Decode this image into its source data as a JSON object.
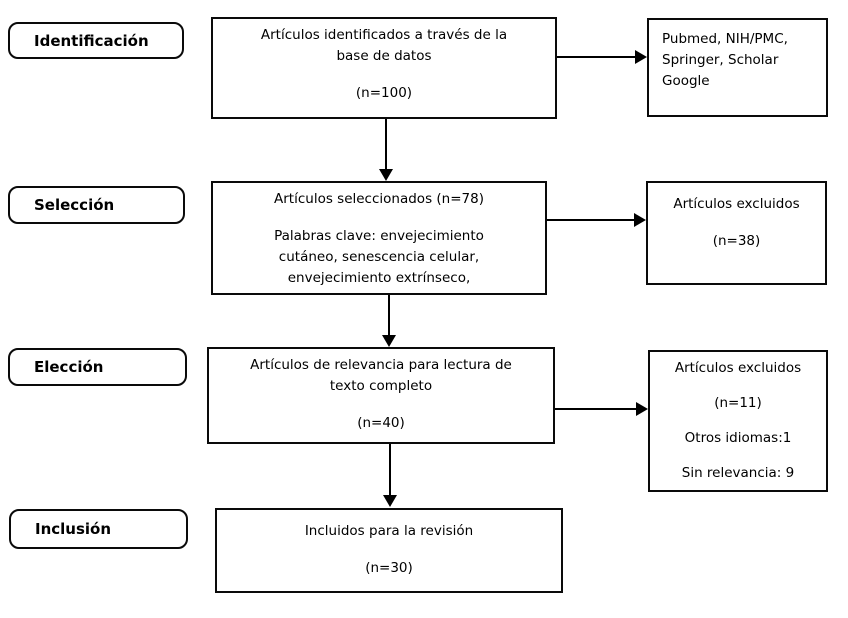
{
  "colors": {
    "border": "#000000",
    "background": "#ffffff",
    "text": "#000000"
  },
  "stages": [
    {
      "label": "Identificación"
    },
    {
      "label": "Selección"
    },
    {
      "label": "Elección"
    },
    {
      "label": "Inclusión"
    }
  ],
  "main_boxes": [
    {
      "lines": [
        "Artículos identificados a través de la",
        "base de datos",
        "",
        "(n=100)"
      ]
    },
    {
      "lines": [
        "Artículos seleccionados (n=78)",
        "",
        "Palabras clave: envejecimiento",
        "cutáneo, senescencia celular,",
        "envejecimiento extrínseco,"
      ]
    },
    {
      "lines": [
        "Artículos de relevancia para lectura de",
        "texto completo",
        "",
        "(n=40)"
      ]
    },
    {
      "lines": [
        "Incluidos para la revisión",
        "",
        "(n=30)"
      ]
    }
  ],
  "side_boxes": [
    {
      "lines": [
        "Pubmed, NIH/PMC,",
        "Springer, Scholar",
        "Google"
      ]
    },
    {
      "lines": [
        "Artículos excluidos",
        "",
        "(n=38)"
      ]
    },
    {
      "lines": [
        "Artículos excluidos",
        "",
        "(n=11)",
        "",
        "Otros idiomas:1",
        "",
        "Sin relevancia: 9"
      ]
    }
  ]
}
